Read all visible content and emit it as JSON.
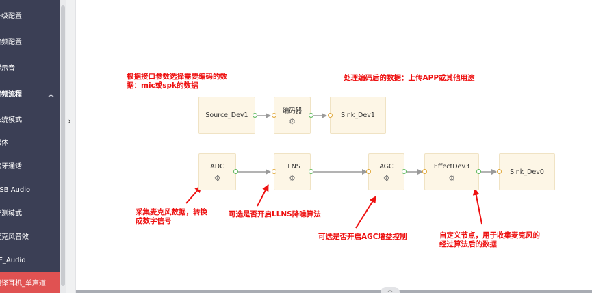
{
  "sidebar": {
    "items": [
      {
        "label": "升级配置"
      },
      {
        "label": "音频配置"
      },
      {
        "label": "提示音"
      },
      {
        "label": "音频流程",
        "chevron": "chevron-up-icon"
      },
      {
        "label": "系统模式"
      },
      {
        "label": "媒体"
      },
      {
        "label": "蓝牙通话"
      },
      {
        "label": "USB Audio"
      },
      {
        "label": "产测模式"
      },
      {
        "label": "麦克风音效"
      },
      {
        "label": "LE_Audio"
      },
      {
        "label": "翻译耳机_单声道"
      }
    ],
    "collapse_icon": "chevron-right-icon",
    "active_color": "#e05252"
  },
  "flow": {
    "nodes": {
      "source_dev1": {
        "label": "Source_Dev1"
      },
      "encoder": {
        "label": "编码器",
        "icon": "gear-icon"
      },
      "sink_dev1": {
        "label": "Sink_Dev1"
      },
      "adc": {
        "label": "ADC",
        "icon": "gear-icon"
      },
      "llns": {
        "label": "LLNS",
        "icon": "gear-icon"
      },
      "agc": {
        "label": "AGC",
        "icon": "gear-icon"
      },
      "effectdev3": {
        "label": "EffectDev3",
        "icon": "gear-icon"
      },
      "sink_dev0": {
        "label": "Sink_Dev0"
      }
    },
    "gear_glyph": "⚙"
  },
  "annotations": {
    "note1_line1": "根据接口参数选择需要编码的数",
    "note1_line2": "据：mic或spk的数据",
    "note2": "处理编码后的数据：上传APP或其他用途",
    "note3_line1": "采集麦克风数据，转换",
    "note3_line2": "成数字信号",
    "note4": "可选是否开启LLNS降噪算法",
    "note5": "可选是否开启AGC增益控制",
    "note6_line1": "自定义节点，用于收集麦克风的",
    "note6_line2": "经过算法后的数据",
    "color": "#ee1111"
  },
  "bottom_tab": {
    "icon": "chevron-up-icon",
    "glyph": "︿"
  }
}
